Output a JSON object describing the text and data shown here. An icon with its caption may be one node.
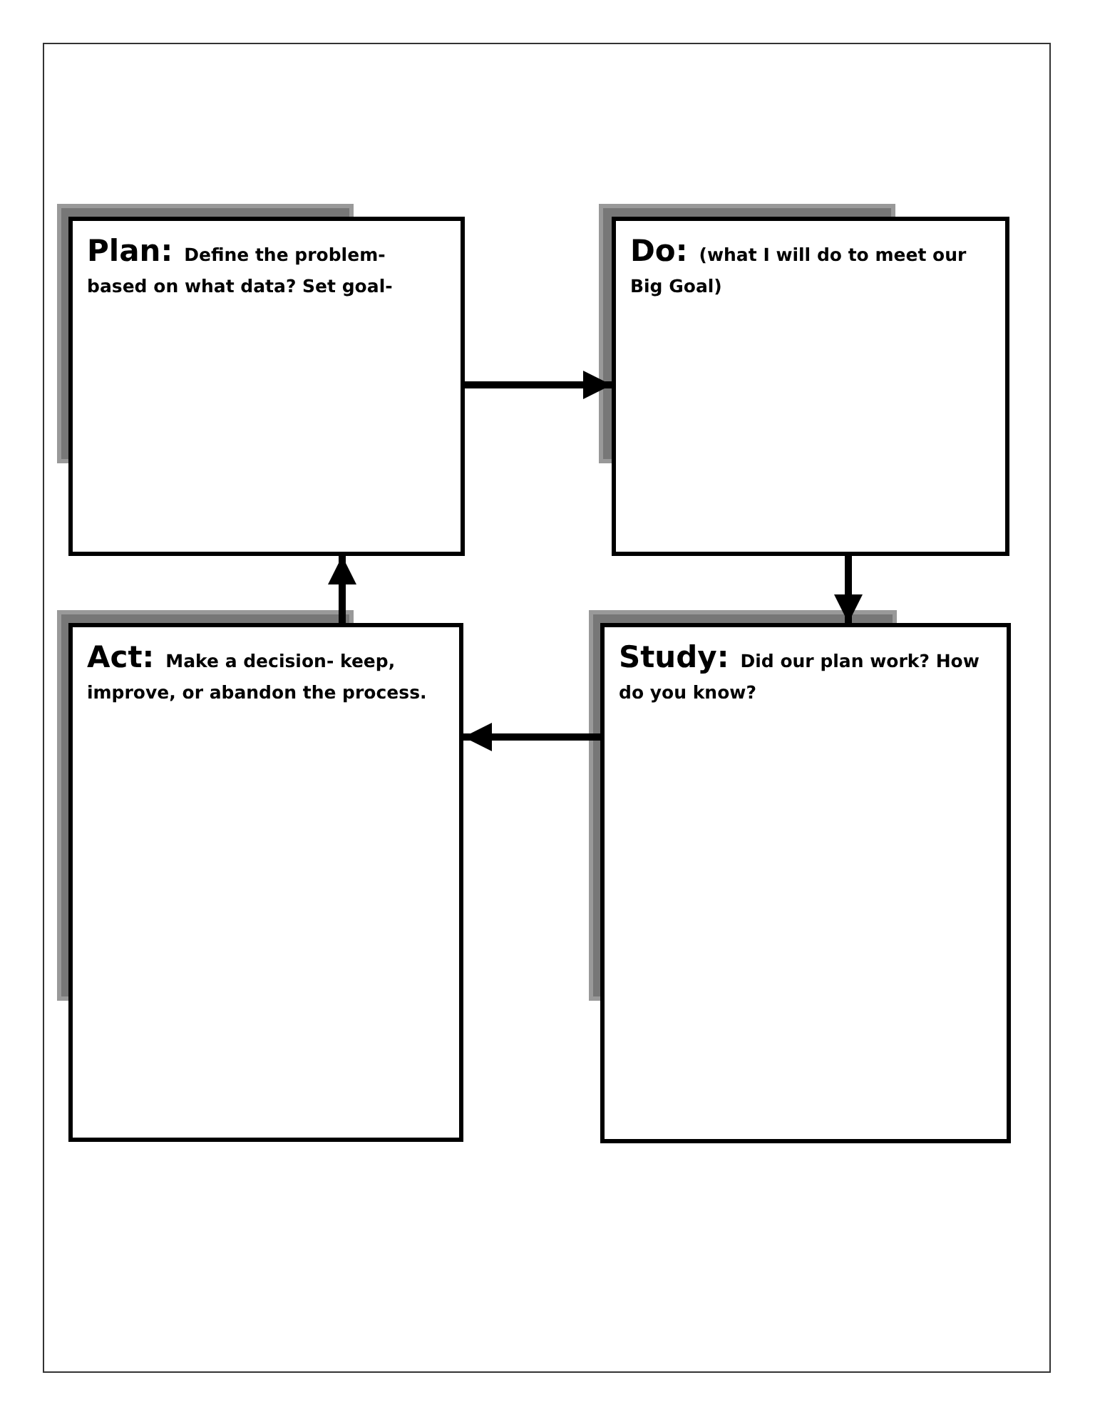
{
  "diagram": {
    "nodes": [
      {
        "text": [
          "Plan:",
          "Define the problem- based on what data? Set goal-"
        ]
      },
      {
        "text": [
          "Do:",
          "(what I will do to meet our Big Goal)"
        ]
      },
      {
        "text": [
          "Act:",
          "Make a decision- keep, improve, or abandon the process."
        ]
      },
      {
        "text": [
          "Study:",
          "Did our plan work? How do you know?"
        ]
      }
    ],
    "edges": [
      {
        "from": 0,
        "to": 1,
        "arrow": "to"
      },
      {
        "from": 1,
        "to": 3,
        "arrow": "to"
      },
      {
        "from": 3,
        "to": 2,
        "arrow": "to"
      },
      {
        "from": 2,
        "to": 0,
        "arrow": "to"
      }
    ]
  }
}
